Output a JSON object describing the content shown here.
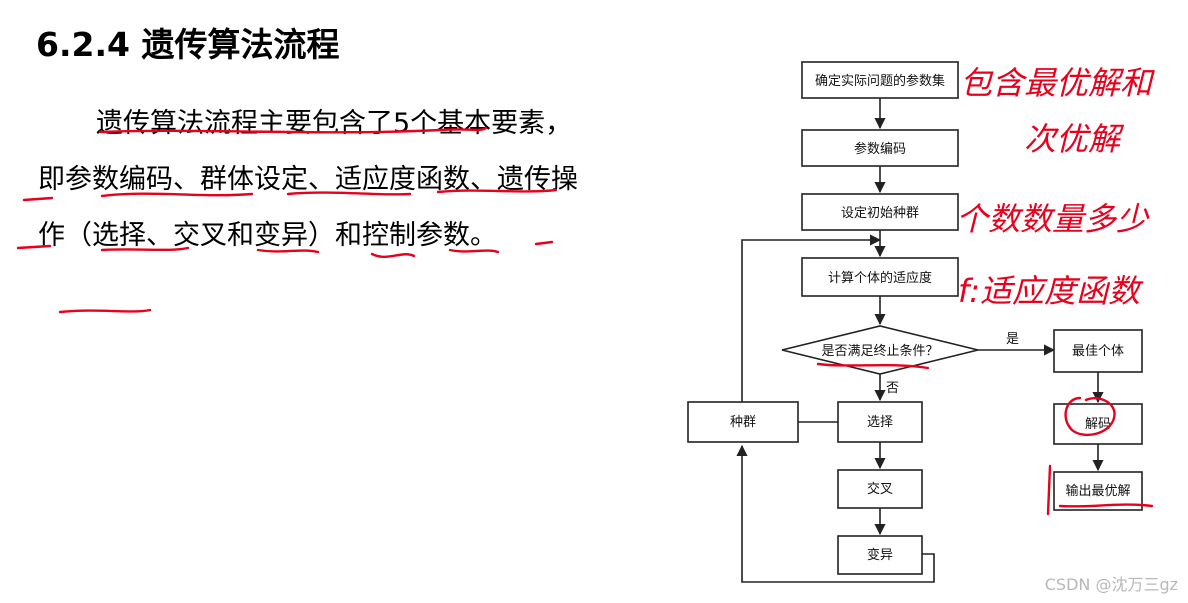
{
  "title": "6.2.4 遗传算法流程",
  "paragraph": "遗传算法流程主要包含了5个基本要素，即参数编码、群体设定、适应度函数、遗传操作（选择、交叉和变异）和控制参数。",
  "flowchart": {
    "nodes": {
      "determine_params": "确定实际问题的参数集",
      "param_encoding": "参数编码",
      "init_population": "设定初始种群",
      "compute_fitness": "计算个体的适应度",
      "termination_check": "是否满足终止条件？",
      "best_individual": "最佳个体",
      "decode": "解码",
      "output_best": "输出最优解",
      "population": "种群",
      "selection": "选择",
      "crossover": "交叉",
      "mutation": "变异"
    },
    "edge_labels": {
      "yes": "是",
      "no": "否"
    }
  },
  "annotations": {
    "note1_line1": "包含最优解和",
    "note1_line2": "次优解",
    "note2": "个数数量多少",
    "note3": "f:适应度函数"
  },
  "watermark": "CSDN @沈万三gz",
  "colors": {
    "ink": "#222222",
    "handwriting": "#e8001c"
  }
}
